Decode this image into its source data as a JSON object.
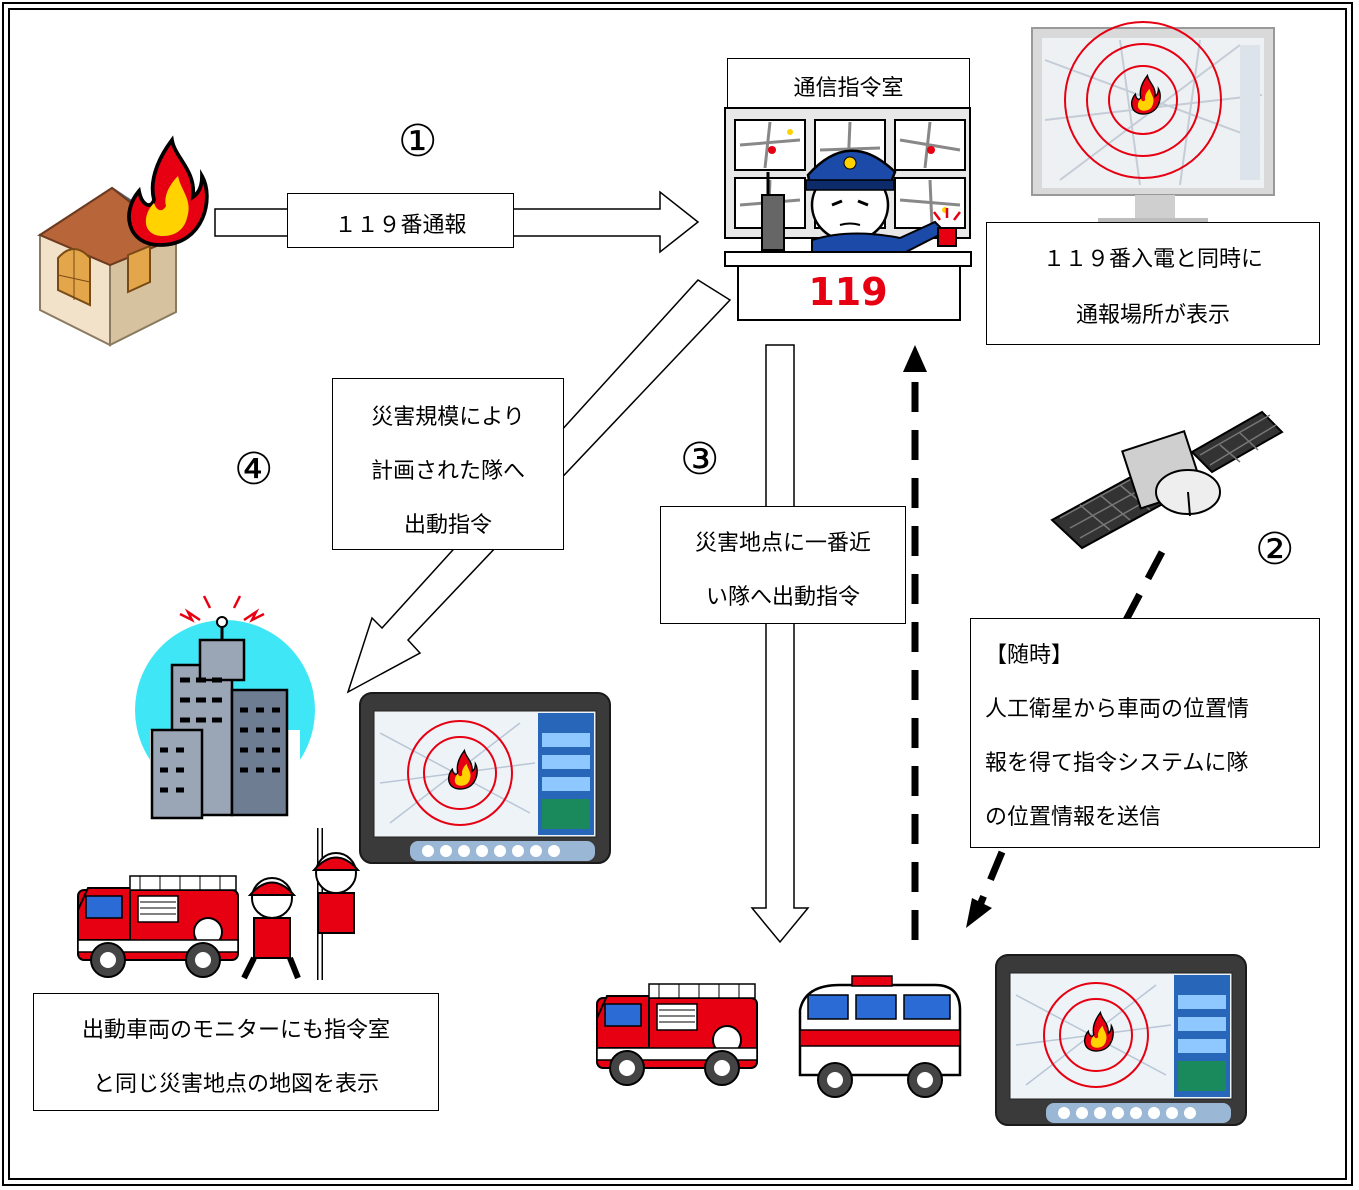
{
  "step_numbers": {
    "step1": "①",
    "step2": "②",
    "step3": "③",
    "step4": "④"
  },
  "labels": {
    "call_119": "１１９番通報",
    "command_room": "通信指令室",
    "call_display": [
      "１１９番入電と同時に",
      "通報場所が表示"
    ],
    "dispatch_plan": [
      "災害規模により",
      "計画された隊へ",
      "出動指令"
    ],
    "dispatch_nearest": [
      "災害地点に一番近",
      "い隊へ出動指令"
    ],
    "satellite_info": [
      "【随時】",
      "人工衛星から車両の位置情",
      "報を得て指令システムに隊",
      "の位置情報を送信"
    ],
    "vehicle_monitor": [
      "出動車両のモニターにも指令室",
      "と同じ災害地点の地図を表示"
    ]
  },
  "console_number": "119",
  "colors": {
    "fire_red": "#e60012",
    "flame_yellow": "#ffd200",
    "sky_cyan": "#3fe6f5",
    "monitor_frame": "#3a3a3a",
    "officer_blue": "#1b4aa8"
  }
}
